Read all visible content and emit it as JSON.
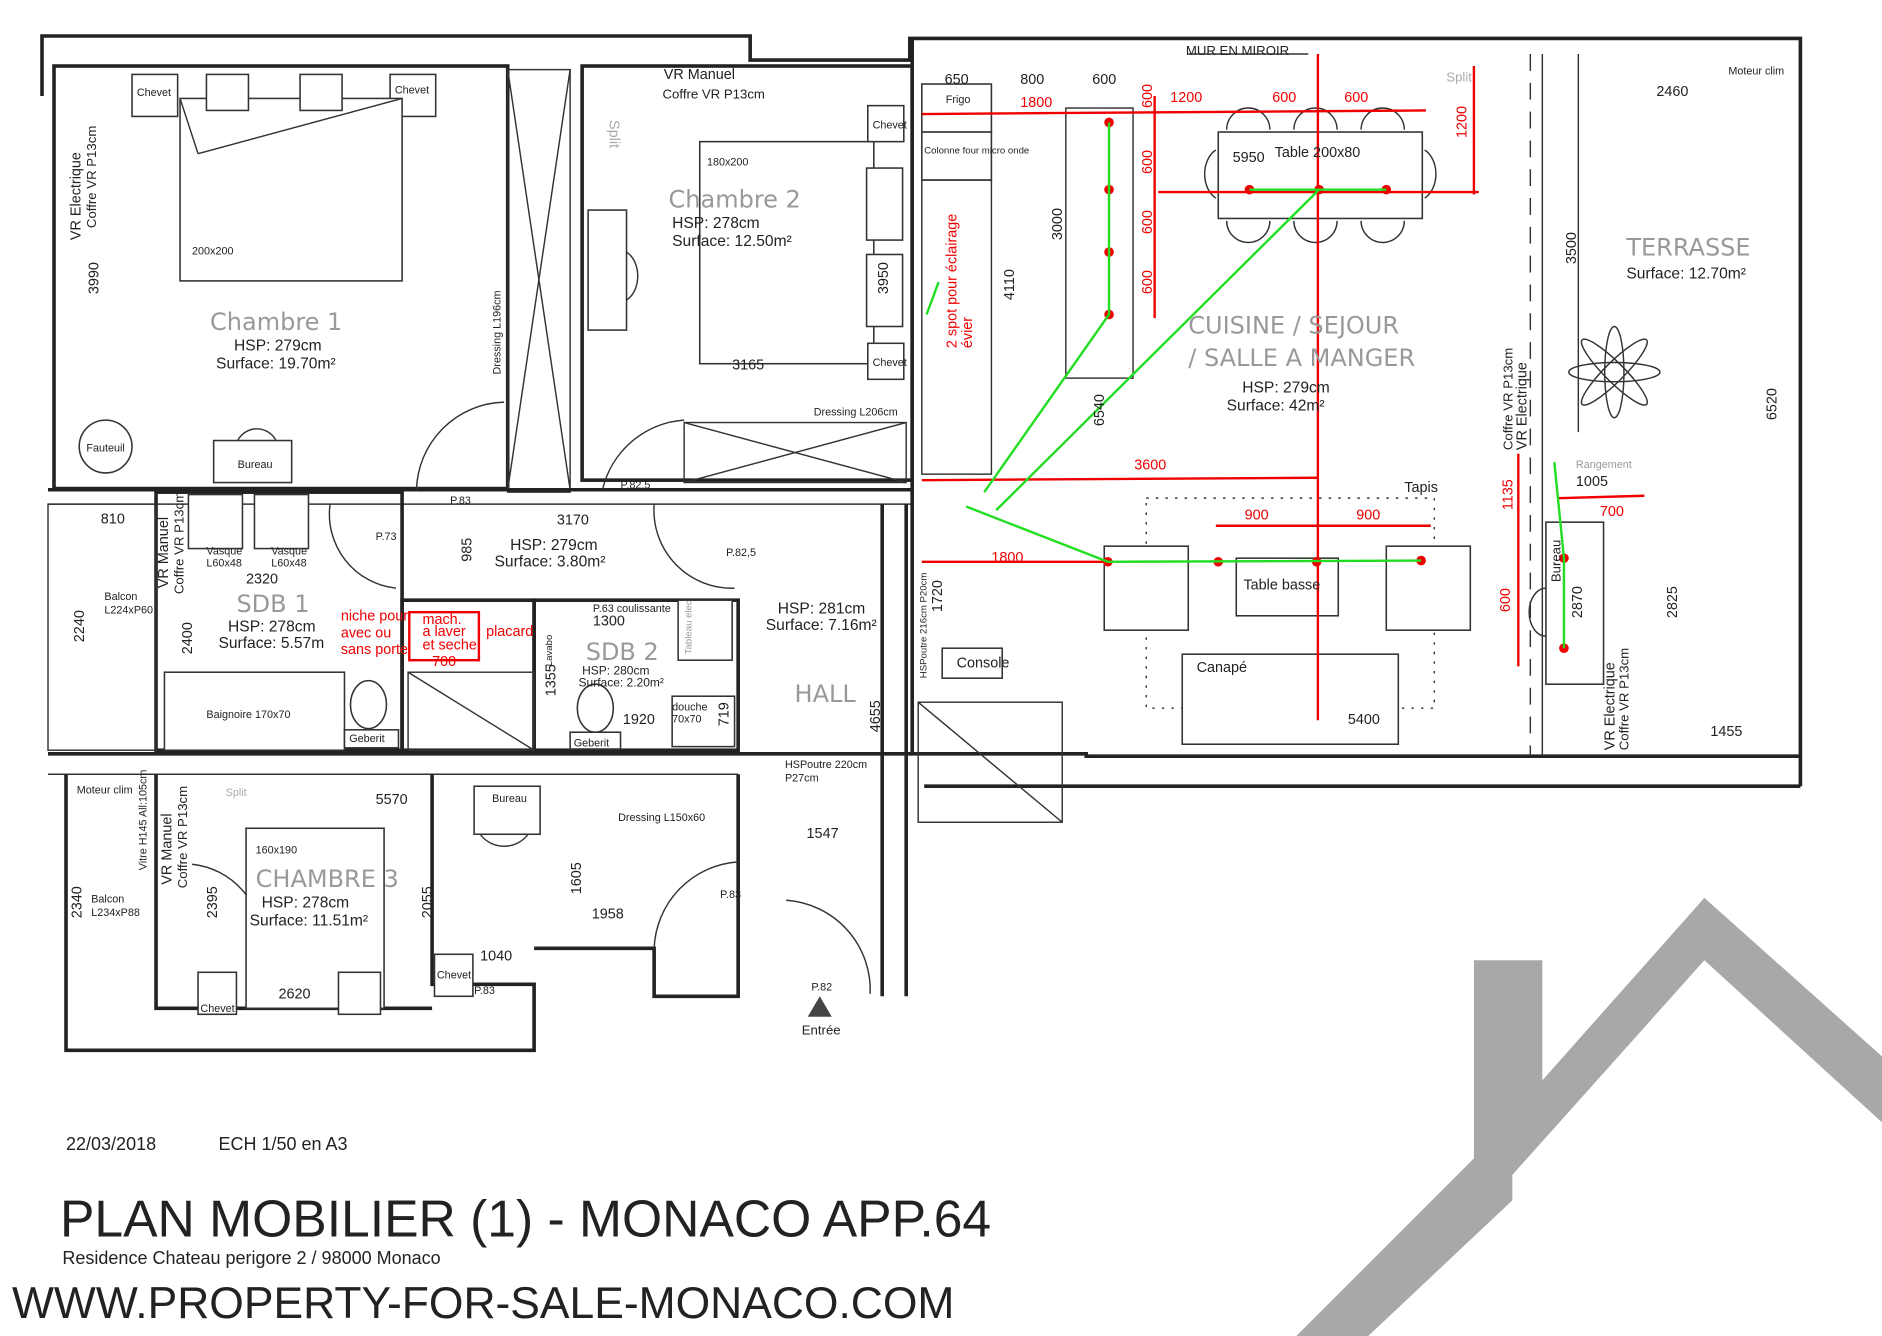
{
  "plan": {
    "date": "22/03/2018",
    "scale": "ECH 1/50 en A3",
    "title": "PLAN MOBILIER (1) - MONACO APP.64",
    "subtitle": "Residence Chateau perigore 2 / 98000 Monaco",
    "watermark": "WWW.PROPERTY-FOR-SALE-MONACO.COM",
    "entry": "Entrée",
    "mirror_wall": "MUR EN MIROIR"
  },
  "rooms": {
    "chambre1": {
      "name": "Chambre 1",
      "hsp": "HSP: 279cm",
      "surface": "Surface: 19.70m²"
    },
    "chambre2": {
      "name": "Chambre 2",
      "hsp": "HSP: 278cm",
      "surface": "Surface: 12.50m²"
    },
    "chambre3": {
      "name": "CHAMBRE 3",
      "hsp": "HSP: 278cm",
      "surface": "Surface: 11.51m²"
    },
    "sdb1": {
      "name": "SDB 1",
      "hsp": "HSP: 278cm",
      "surface": "Surface: 5.57m"
    },
    "sdb2": {
      "name": "SDB 2",
      "hsp": "HSP: 280cm",
      "surface": "Surface: 2.20m²"
    },
    "degagement": {
      "hsp": "HSP: 279cm",
      "surface": "Surface: 3.80m²"
    },
    "hall": {
      "name": "HALL",
      "hsp": "HSP: 281cm",
      "surface": "Surface: 7.16m²"
    },
    "sejour": {
      "name1": "CUISINE / SEJOUR",
      "name2": "/ SALLE A MANGER",
      "hsp": "HSP: 279cm",
      "surface": "Surface: 42m²"
    },
    "terrasse": {
      "name": "TERRASSE",
      "surface": "Surface: 12.70m²"
    }
  },
  "furniture": {
    "chevet": "Chevet",
    "bed1": "200x200",
    "bed2": "180x200",
    "bed3": "160x190",
    "bureau": "Bureau",
    "fauteuil": "Fauteuil",
    "dressing1": "Dressing L196cm",
    "dressing2": "Dressing L206cm",
    "dressing3": "Dressing L150x60",
    "vr_manuel": "VR Manuel",
    "coffre": "Coffre VR P13cm",
    "vr_elec": "VR Electrique",
    "split": "Split",
    "moteur": "Moteur clim",
    "vasque": "Vasque",
    "vasque_dim": "L60x48",
    "balcon": "Balcon",
    "balcon1_dim": "L224xP60",
    "balcon3_dim": "L234xP88",
    "baignoire": "Baignoire 170x70",
    "geberit": "Geberit",
    "douche": "douche",
    "douche_dim": "70x70",
    "coulissante": "P.63 coulissante",
    "lavabo": "Lavabo",
    "tableau": "Tableau elec",
    "frigo": "Frigo",
    "colonne": "Colonne four micro onde",
    "table": "Table 200x80",
    "tapis": "Tapis",
    "table_basse": "Table basse",
    "canape": "Canapé",
    "console": "Console",
    "rangement": "Rangement",
    "hs_poutre1": "HSPoutre 220cm",
    "hs_poutre1b": "P27cm",
    "hs_poutre2": "HSPoutre 216cm P20cm",
    "vitre": "Vitre H145 All:105cm",
    "p83": "P.83",
    "p825": "P.82,5",
    "p73": "P.73",
    "p82": "P.82"
  },
  "dimensions": [
    "3990",
    "3165",
    "3950",
    "810",
    "2240",
    "2400",
    "2320",
    "3170",
    "985",
    "1300",
    "1355",
    "1920",
    "719",
    "4655",
    "1720",
    "650",
    "800",
    "600",
    "4110",
    "3000",
    "6540",
    "5950",
    "2460",
    "3500",
    "6520",
    "1005",
    "2870",
    "2825",
    "1455",
    "5400",
    "5570",
    "2340",
    "2395",
    "2055",
    "1605",
    "1958",
    "1547",
    "1040",
    "2620"
  ],
  "annotations": {
    "d1800a": "1800",
    "d1200h": "1200",
    "d600a": "600",
    "d600b": "600",
    "d600v": "600",
    "d500v": "600",
    "d1200v": "1200",
    "d3600": "3600",
    "d900a": "900",
    "d900b": "900",
    "d1800b": "1800",
    "d1135": "1135",
    "d700a": "700",
    "d600c": "600",
    "d700b": "700",
    "spot1": "2 spot pour éclairage",
    "spot2": "évier",
    "niche1": "niche pour",
    "niche2": "avec ou",
    "niche3": "sans porte",
    "mach1": "mach.",
    "mach2": "a laver",
    "mach3": "et seche",
    "placard": "placard"
  },
  "colors": {
    "annotation": "#ee0000",
    "lighting": "#22dd22",
    "watermark": "#a8a8a8"
  }
}
